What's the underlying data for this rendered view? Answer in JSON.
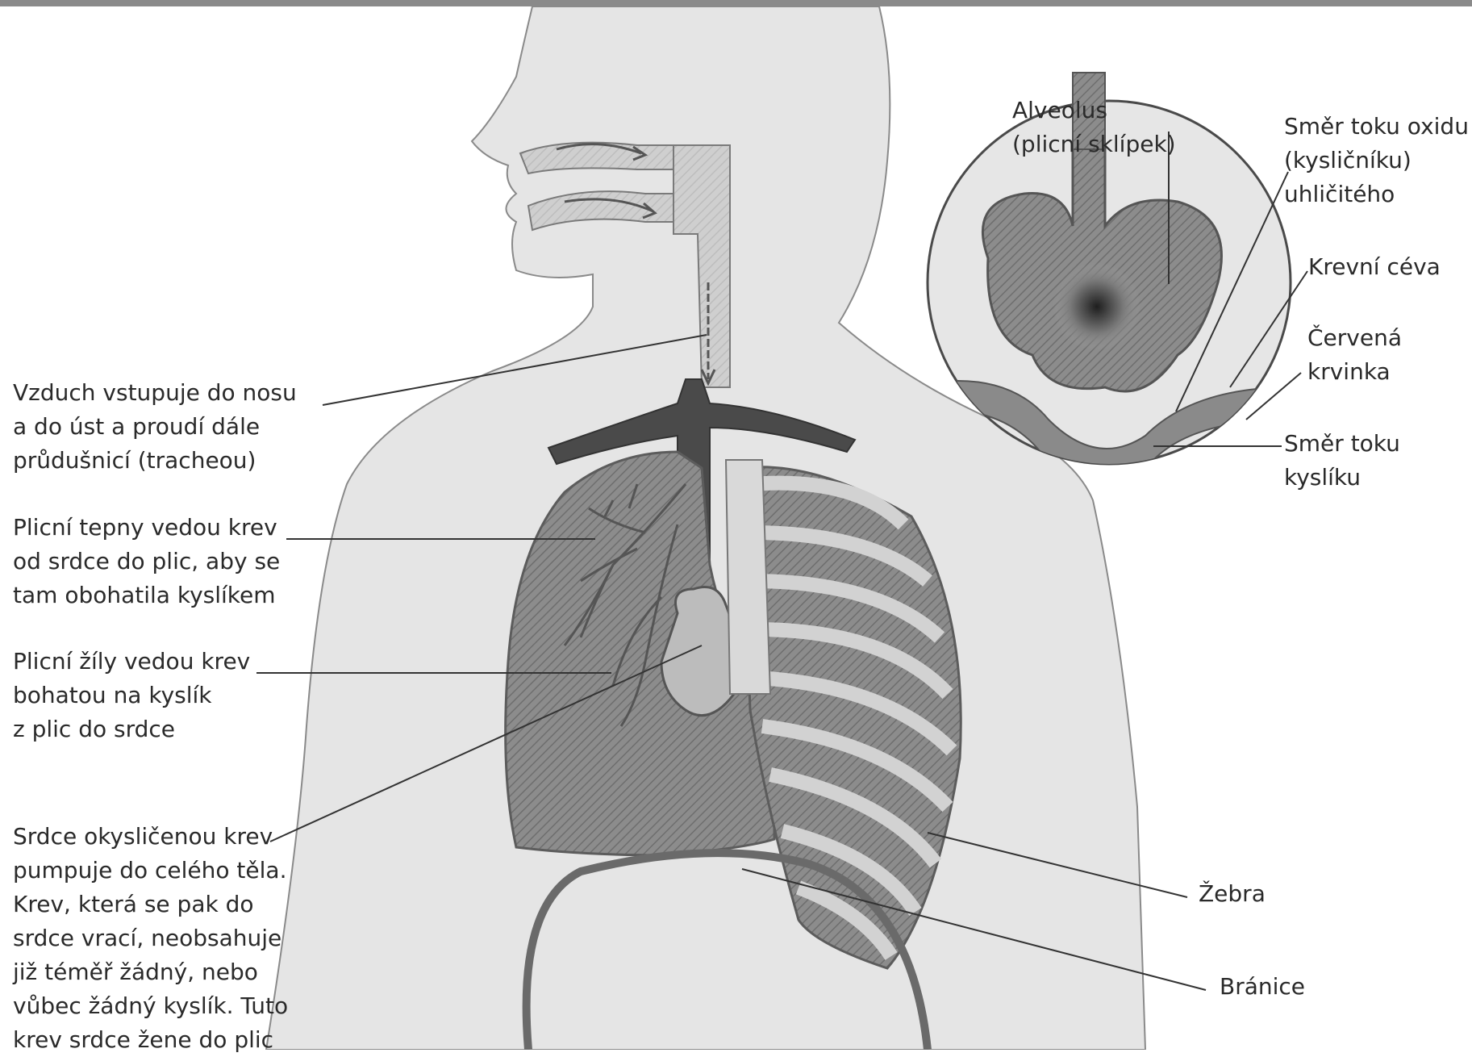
{
  "labels": {
    "air_inflow": "Vzduch vstupuje do nosu\na do úst a proudí dále\nprůdušnicí (tracheou)",
    "pulmonary_arteries": "Plicní tepny vedou krev\nod srdce do plic, aby se\ntam obohatila kyslíkem",
    "pulmonary_veins": "Plicní žíly vedou krev\nbohatou na kyslík\nz plic do srdce",
    "heart": "Srdce okysličenou krev\npumpuje do celého těla.\nKrev, která se pak do\nsrdce vrací, neobsahuje\njiž téměř žádný, nebo\nvůbec žádný kyslík. Tuto\nkrev srdce žene do plic",
    "alveolus": "Alveolus\n(plicní sklípek)",
    "co2_flow": "Směr toku oxidu\n(kysličníku)\nuhličitého",
    "blood_vessel": "Krevní céva",
    "red_blood_cell": "Červená\nkrvinka",
    "oxygen_flow": "Směr toku\nkyslíku",
    "ribs": "Žebra",
    "diaphragm": "Bránice"
  },
  "colors": {
    "skin": "#e4e4e4",
    "outline": "#7d7d7d",
    "vessel": "#4a4a4a",
    "lung": "#9a9a9a",
    "rib": "#d0d0d0",
    "text": "#2a2a2a",
    "leader": "#333333"
  }
}
